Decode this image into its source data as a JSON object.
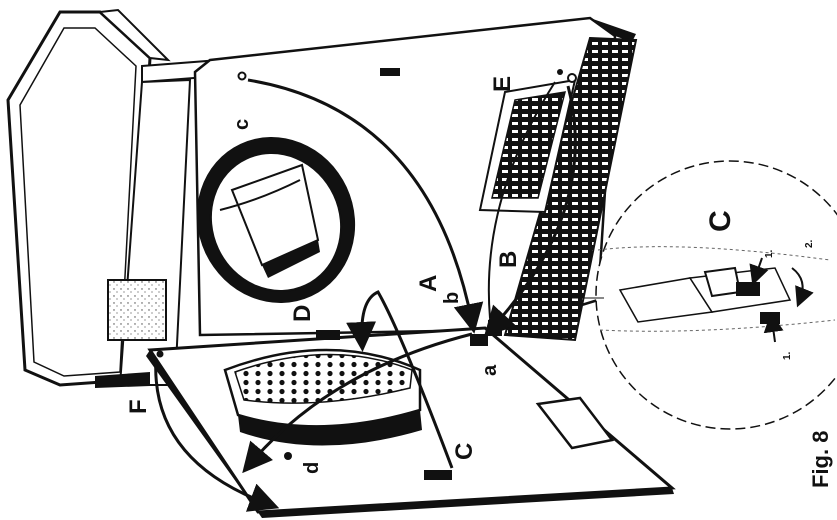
{
  "figure": {
    "caption": "Fig. 8",
    "labels": {
      "A": "A",
      "B": "B",
      "C_door": "C",
      "C_detail": "C",
      "D": "D",
      "E": "E",
      "F": "F",
      "a": "a",
      "b": "b",
      "c": "c",
      "d": "d"
    },
    "detail_steps": {
      "step1_top": "1.",
      "step1_bottom": "1.",
      "step2": "2."
    }
  },
  "colors": {
    "ink": "#111111",
    "paper": "#ffffff"
  }
}
